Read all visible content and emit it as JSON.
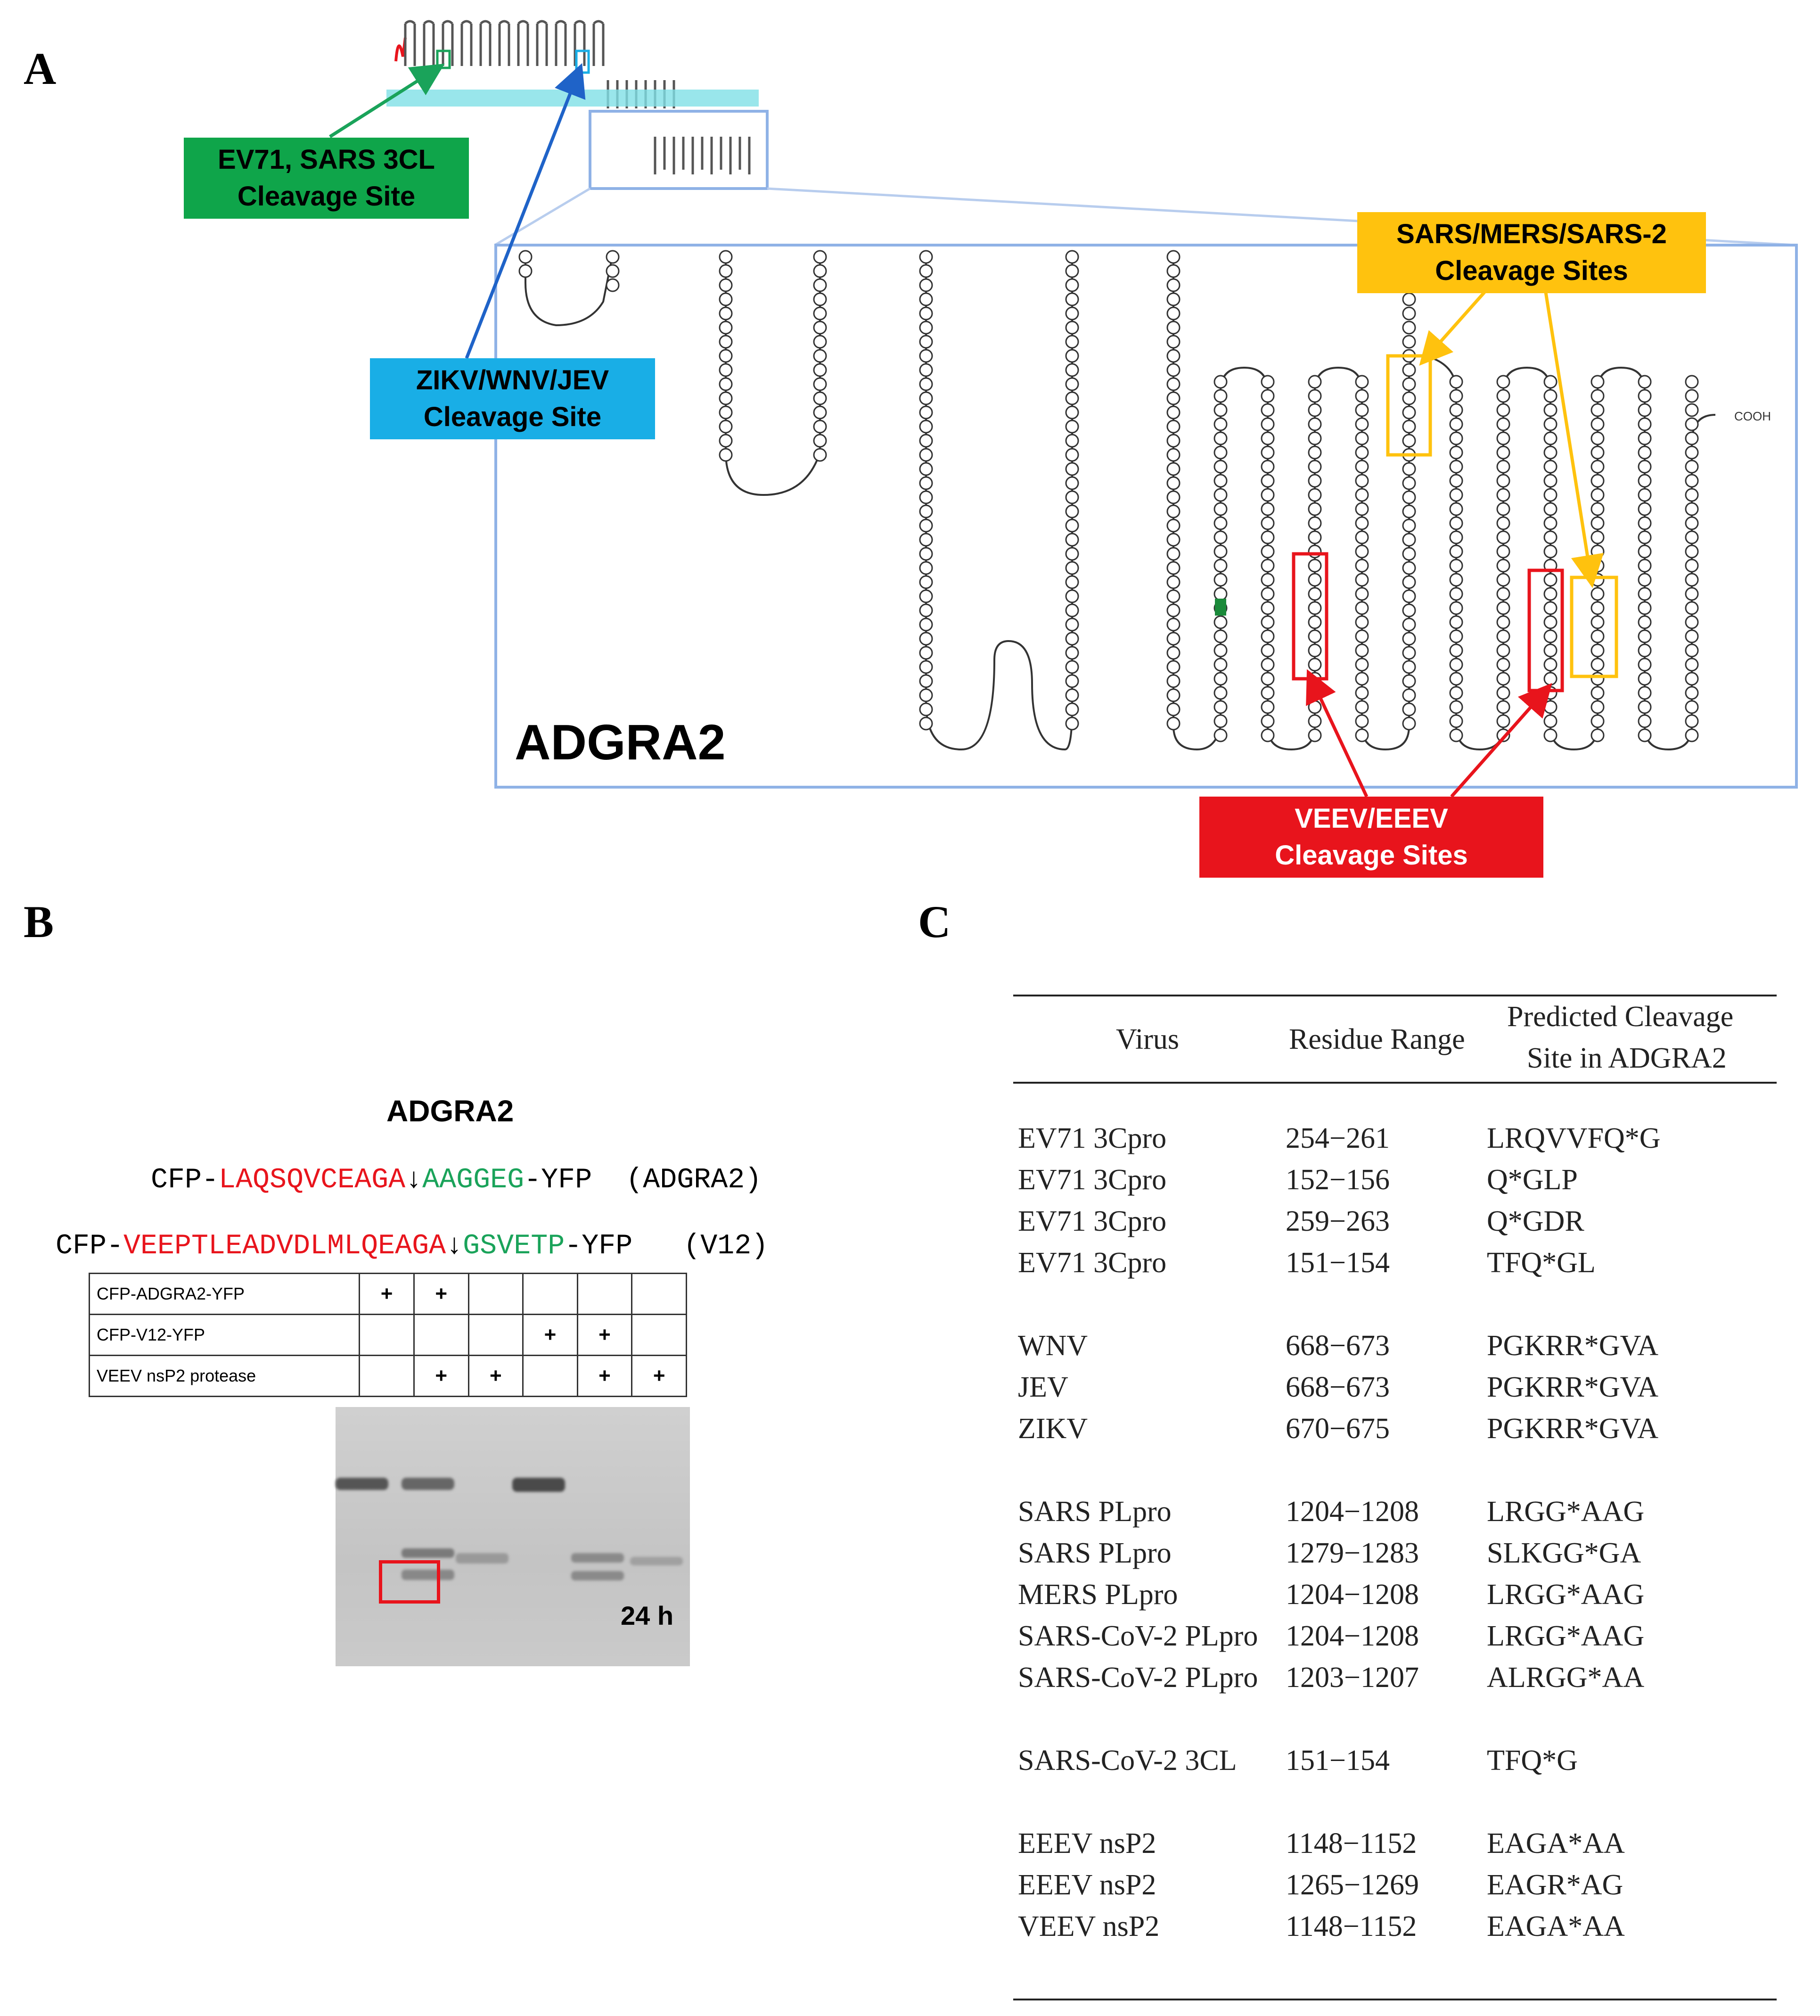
{
  "panel_a": {
    "letter": "A",
    "protein_label": "ADGRA2",
    "callouts": {
      "ev71": [
        "EV71, SARS 3CL",
        "Cleavage Site"
      ],
      "zikv": [
        "ZIKV/WNV/JEV",
        "Cleavage Site"
      ],
      "sars": [
        "SARS/MERS/SARS-2",
        "Cleavage Sites"
      ],
      "veev": [
        "VEEV/EEEV",
        "Cleavage Sites"
      ]
    },
    "cooh_label": "COOH",
    "colors": {
      "ev71": "#1aa35a",
      "zikv": "#19aee6",
      "sars": "#ffc20e",
      "veev": "#e8141c"
    }
  },
  "panel_b": {
    "letter": "B",
    "title": "ADGRA2",
    "seq1": {
      "prefix": "CFP-",
      "red": "LAQSQVCEAGA",
      "arrow": "↓",
      "green": "AAGGEG",
      "suffix": "-YFP",
      "tag": "(ADGRA2)"
    },
    "seq2": {
      "prefix": "CFP-",
      "red": "VEEPTLEADVDLMLQEAGA",
      "arrow": "↓",
      "green": "GSVETP",
      "suffix": "-YFP",
      "tag": "(V12)"
    },
    "conditions": [
      {
        "label": "CFP-ADGRA2-YFP",
        "marks": [
          "+",
          "+",
          "",
          "",
          "",
          ""
        ]
      },
      {
        "label": "CFP-V12-YFP",
        "marks": [
          "",
          "",
          "",
          "+",
          "+",
          ""
        ]
      },
      {
        "label": "VEEV nsP2 protease",
        "marks": [
          "",
          "+",
          "+",
          "",
          "+",
          "+"
        ]
      }
    ],
    "gel_time": "24 h"
  },
  "panel_c": {
    "letter": "C",
    "headers": {
      "virus": "Virus",
      "range": "Residue Range",
      "site_line1": "Predicted Cleavage",
      "site_line2": "Site in ADGRA2"
    },
    "rows": [
      {
        "virus": "EV71 3Cpro",
        "range": "254−261",
        "site": "LRQVVFQ*G"
      },
      {
        "virus": "EV71 3Cpro",
        "range": "152−156",
        "site": "Q*GLP"
      },
      {
        "virus": "EV71 3Cpro",
        "range": "259−263",
        "site": "Q*GDR"
      },
      {
        "virus": "EV71 3Cpro",
        "range": "151−154",
        "site": "TFQ*GL"
      },
      {
        "virus": "WNV",
        "range": "668−673",
        "site": "PGKRR*GVA"
      },
      {
        "virus": "JEV",
        "range": "668−673",
        "site": "PGKRR*GVA"
      },
      {
        "virus": "ZIKV",
        "range": "670−675",
        "site": "PGKRR*GVA"
      },
      {
        "virus": "SARS PLpro",
        "range": "1204−1208",
        "site": "LRGG*AAG"
      },
      {
        "virus": "SARS PLpro",
        "range": "1279−1283",
        "site": "SLKGG*GA"
      },
      {
        "virus": "MERS PLpro",
        "range": "1204−1208",
        "site": "LRGG*AAG"
      },
      {
        "virus": "SARS-CoV-2 PLpro",
        "range": "1204−1208",
        "site": "LRGG*AAG"
      },
      {
        "virus": "SARS-CoV-2 PLpro",
        "range": "1203−1207",
        "site": "ALRGG*AA"
      },
      {
        "virus": "SARS-CoV-2 3CL",
        "range": "151−154",
        "site": "TFQ*G"
      },
      {
        "virus": "EEEV nsP2",
        "range": "1148−1152",
        "site": "EAGA*AA"
      },
      {
        "virus": "EEEV nsP2",
        "range": "1265−1269",
        "site": "EAGR*AG"
      },
      {
        "virus": "VEEV nsP2",
        "range": "1148−1152",
        "site": "EAGA*AA"
      }
    ]
  }
}
